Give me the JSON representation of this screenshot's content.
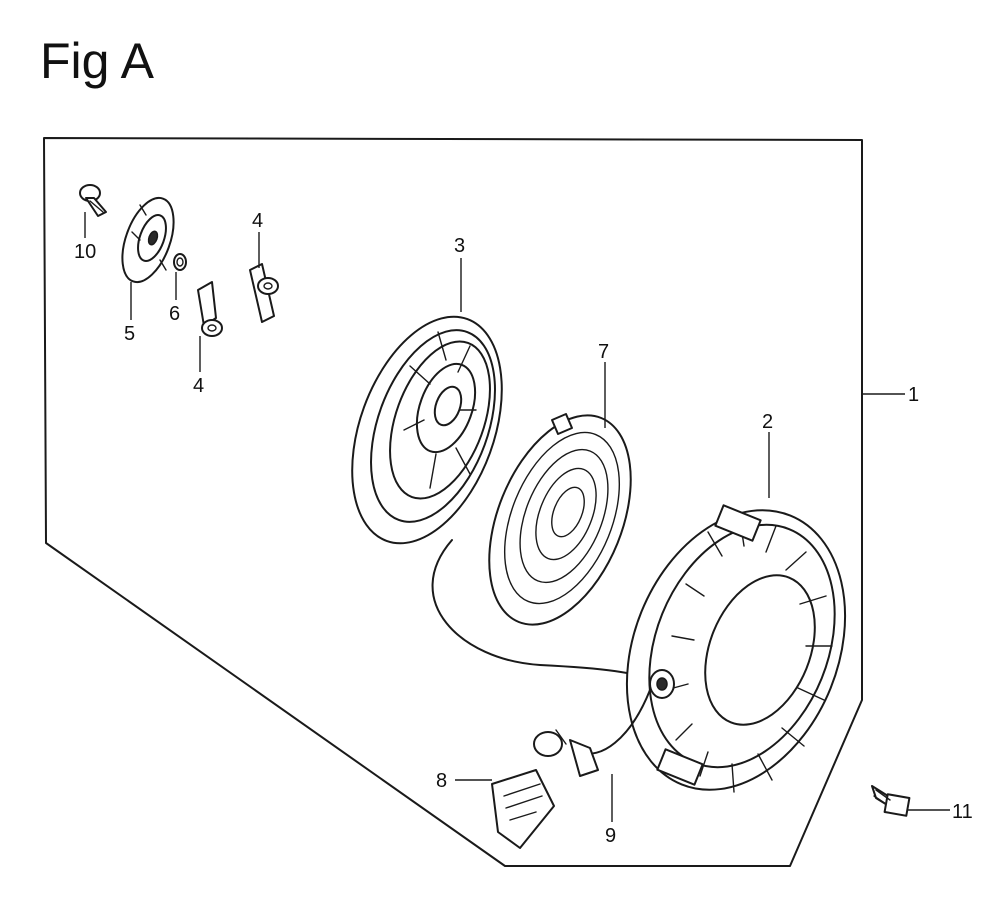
{
  "figure": {
    "title": "Fig A"
  },
  "callouts": {
    "c1": "1",
    "c2": "2",
    "c3": "3",
    "c4_top": "4",
    "c4_bottom": "4",
    "c5": "5",
    "c6": "6",
    "c7": "7",
    "c8": "8",
    "c9": "9",
    "c10": "10",
    "c11": "11"
  }
}
